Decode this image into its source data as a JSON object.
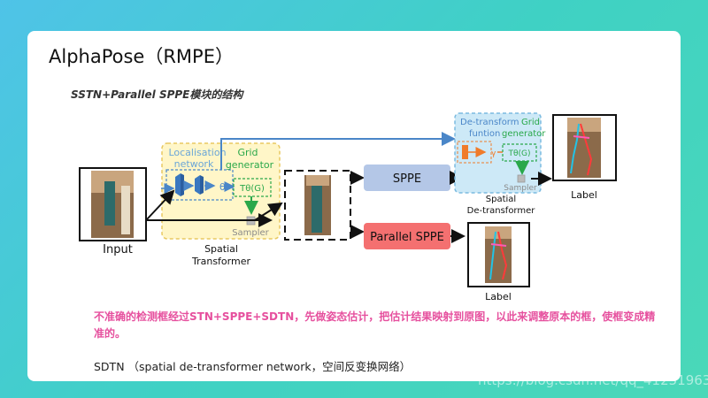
{
  "slide": {
    "title": "AlphaPose（RMPE）",
    "subtitle": "SSTN+Parallel SPPE模块的结构",
    "note": "不准确的检测框经过STN+SPPE+SDTN，先做姿态估计，把估计结果映射到原图，以此来调整原本的框，使框变成精准的。",
    "sdtn": "SDTN （spatial de-transformer network，空间反变换网络）",
    "watermark": "https://blog.csdn.net/qq_41251963"
  },
  "diagram": {
    "input_label": "Input",
    "stn": {
      "localisation_line1": "Localisation",
      "localisation_line2": "network",
      "grid_line1": "Grid",
      "grid_line2": "generator",
      "theta": "θ",
      "transform": "Tθ(G)",
      "sampler": "Sampler",
      "caption_line1": "Spatial",
      "caption_line2": "Transformer"
    },
    "sppe_label": "SPPE",
    "parallel_sppe_label": "Parallel SPPE",
    "sdtn": {
      "detransform_line1": "De-transform",
      "grid_word": "Grid",
      "funtion": "funtion",
      "generator": "generator",
      "gamma": "γ",
      "transform": "Tθ(G)",
      "sampler": "Sampler",
      "caption_line1": "Spatial",
      "caption_line2": "De-transformer"
    },
    "label_top": "Label",
    "label_bottom": "Label"
  },
  "colors": {
    "blue_arrow": "#4a86c8",
    "stn_fill": "#fff6c8",
    "stn_border": "#e8c860",
    "sdtn_fill": "#cde9f7",
    "sppe_fill": "#b4c7e7",
    "parallel_fill": "#f47070",
    "note_pink": "#e6509e",
    "green": "#2aa84a",
    "orange": "#f07b2a"
  }
}
